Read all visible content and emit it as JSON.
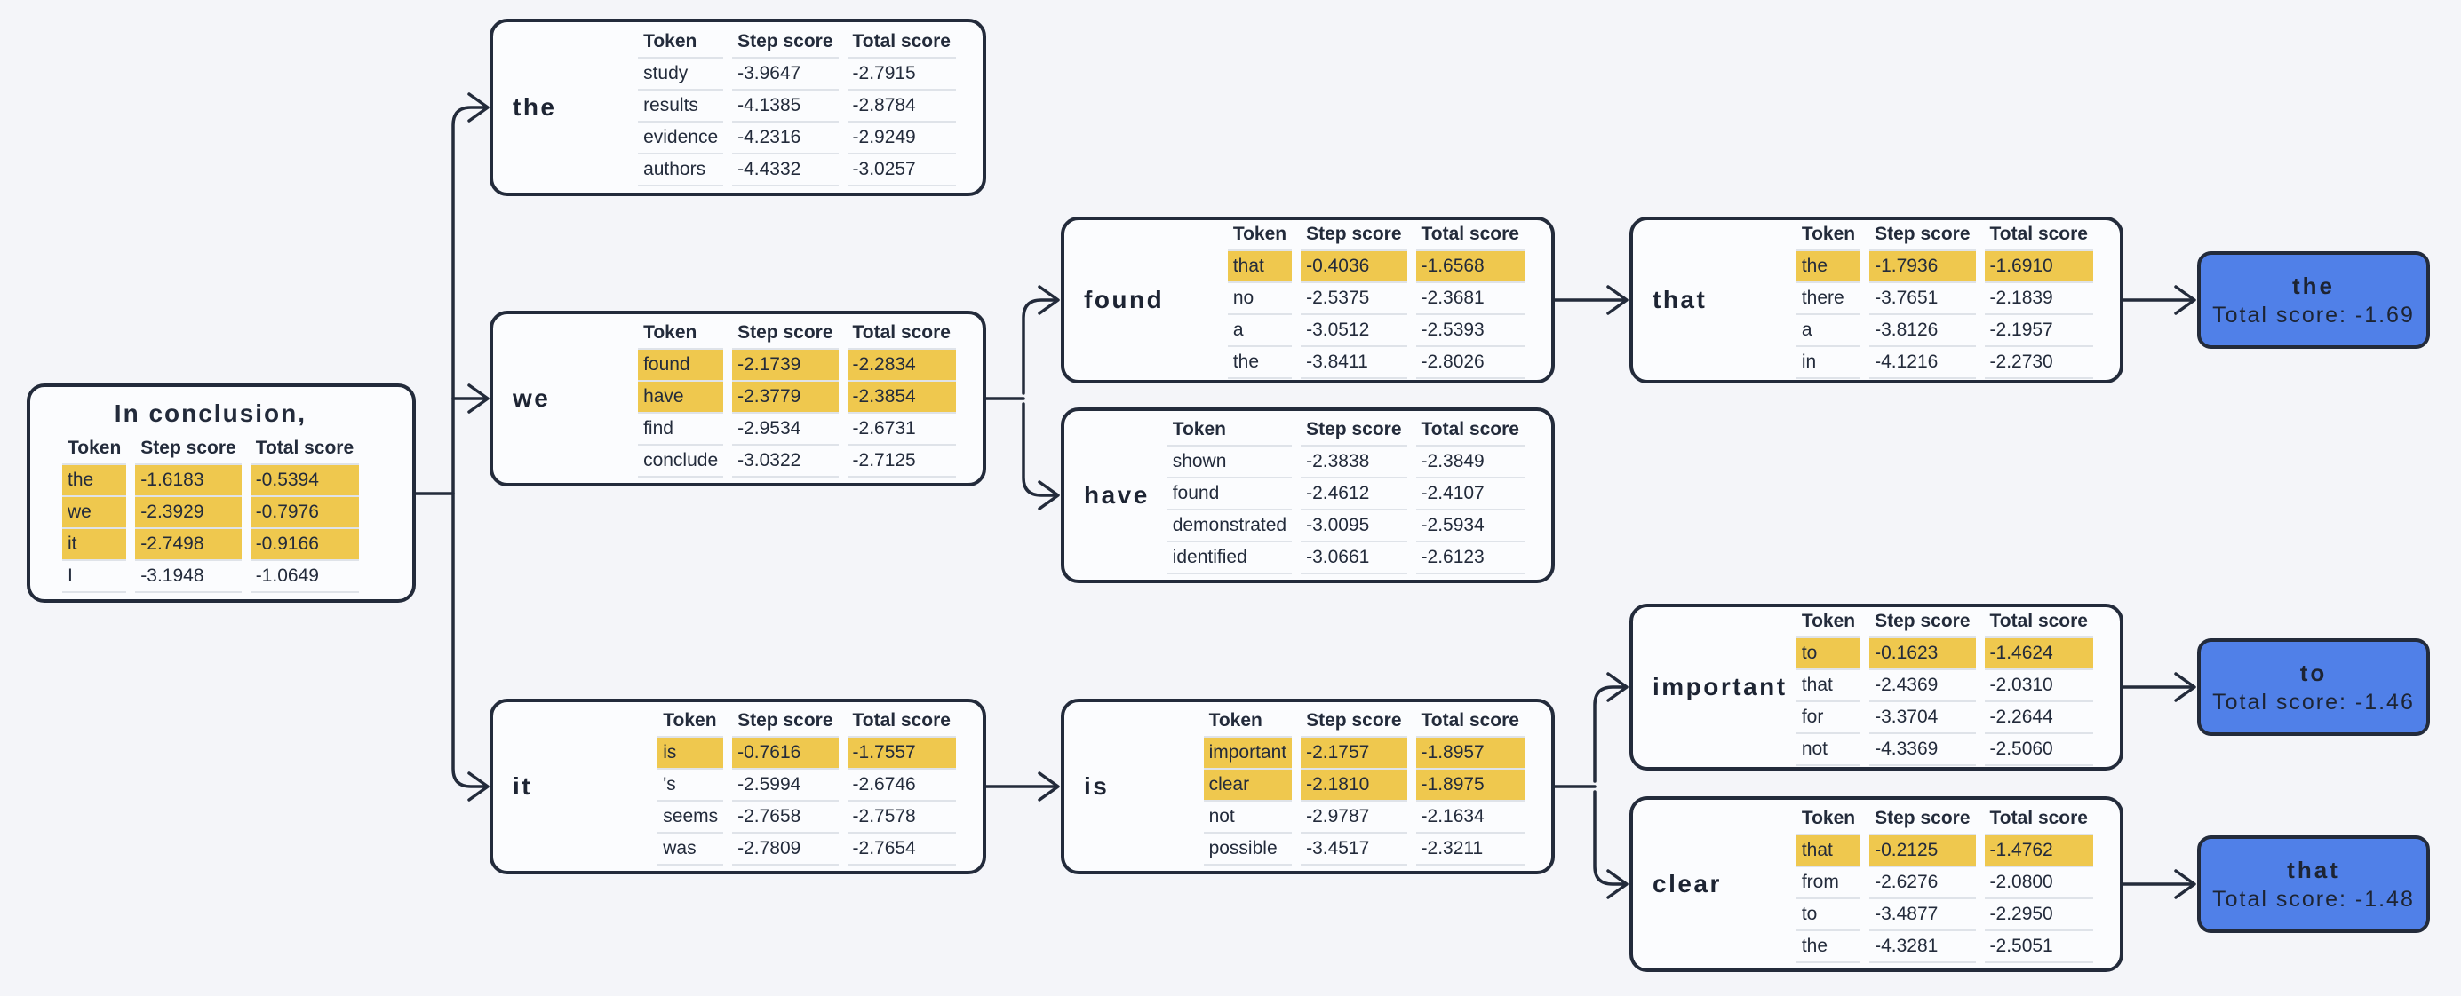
{
  "diagram": {
    "table_headers": [
      "Token",
      "Step score",
      "Total score"
    ],
    "colors": {
      "page_bg": "#f4f5f9",
      "node_bg": "#fbfcfe",
      "line": "#232b3b",
      "highlight": "#efc84e",
      "selected_node": "#5080e8"
    },
    "nodes": {
      "root": {
        "title": "In conclusion,",
        "rows": [
          {
            "token": "the",
            "step": "-1.6183",
            "total": "-0.5394",
            "highlight": true
          },
          {
            "token": "we",
            "step": "-2.3929",
            "total": "-0.7976",
            "highlight": true
          },
          {
            "token": "it",
            "step": "-2.7498",
            "total": "-0.9166",
            "highlight": true
          },
          {
            "token": "I",
            "step": "-3.1948",
            "total": "-1.0649",
            "highlight": false
          }
        ]
      },
      "the_top": {
        "label": "the",
        "rows": [
          {
            "token": "study",
            "step": "-3.9647",
            "total": "-2.7915",
            "highlight": false
          },
          {
            "token": "results",
            "step": "-4.1385",
            "total": "-2.8784",
            "highlight": false
          },
          {
            "token": "evidence",
            "step": "-4.2316",
            "total": "-2.9249",
            "highlight": false
          },
          {
            "token": "authors",
            "step": "-4.4332",
            "total": "-3.0257",
            "highlight": false
          }
        ]
      },
      "we": {
        "label": "we",
        "rows": [
          {
            "token": "found",
            "step": "-2.1739",
            "total": "-2.2834",
            "highlight": true
          },
          {
            "token": "have",
            "step": "-2.3779",
            "total": "-2.3854",
            "highlight": true
          },
          {
            "token": "find",
            "step": "-2.9534",
            "total": "-2.6731",
            "highlight": false
          },
          {
            "token": "conclude",
            "step": "-3.0322",
            "total": "-2.7125",
            "highlight": false
          }
        ]
      },
      "it": {
        "label": "it",
        "rows": [
          {
            "token": "is",
            "step": "-0.7616",
            "total": "-1.7557",
            "highlight": true
          },
          {
            "token": "'s",
            "step": "-2.5994",
            "total": "-2.6746",
            "highlight": false
          },
          {
            "token": "seems",
            "step": "-2.7658",
            "total": "-2.7578",
            "highlight": false
          },
          {
            "token": "was",
            "step": "-2.7809",
            "total": "-2.7654",
            "highlight": false
          }
        ]
      },
      "found": {
        "label": "found",
        "rows": [
          {
            "token": "that",
            "step": "-0.4036",
            "total": "-1.6568",
            "highlight": true
          },
          {
            "token": "no",
            "step": "-2.5375",
            "total": "-2.3681",
            "highlight": false
          },
          {
            "token": "a",
            "step": "-3.0512",
            "total": "-2.5393",
            "highlight": false
          },
          {
            "token": "the",
            "step": "-3.8411",
            "total": "-2.8026",
            "highlight": false
          }
        ]
      },
      "have": {
        "label": "have",
        "rows": [
          {
            "token": "shown",
            "step": "-2.3838",
            "total": "-2.3849",
            "highlight": false
          },
          {
            "token": "found",
            "step": "-2.4612",
            "total": "-2.4107",
            "highlight": false
          },
          {
            "token": "demonstrated",
            "step": "-3.0095",
            "total": "-2.5934",
            "highlight": false
          },
          {
            "token": "identified",
            "step": "-3.0661",
            "total": "-2.6123",
            "highlight": false
          }
        ]
      },
      "is": {
        "label": "is",
        "rows": [
          {
            "token": "important",
            "step": "-2.1757",
            "total": "-1.8957",
            "highlight": true
          },
          {
            "token": "clear",
            "step": "-2.1810",
            "total": "-1.8975",
            "highlight": true
          },
          {
            "token": "not",
            "step": "-2.9787",
            "total": "-2.1634",
            "highlight": false
          },
          {
            "token": "possible",
            "step": "-3.4517",
            "total": "-2.3211",
            "highlight": false
          }
        ]
      },
      "that": {
        "label": "that",
        "rows": [
          {
            "token": "the",
            "step": "-1.7936",
            "total": "-1.6910",
            "highlight": true
          },
          {
            "token": "there",
            "step": "-3.7651",
            "total": "-2.1839",
            "highlight": false
          },
          {
            "token": "a",
            "step": "-3.8126",
            "total": "-2.1957",
            "highlight": false
          },
          {
            "token": "in",
            "step": "-4.1216",
            "total": "-2.2730",
            "highlight": false
          }
        ]
      },
      "important": {
        "label": "important",
        "rows": [
          {
            "token": "to",
            "step": "-0.1623",
            "total": "-1.4624",
            "highlight": true
          },
          {
            "token": "that",
            "step": "-2.4369",
            "total": "-2.0310",
            "highlight": false
          },
          {
            "token": "for",
            "step": "-3.3704",
            "total": "-2.2644",
            "highlight": false
          },
          {
            "token": "not",
            "step": "-4.3369",
            "total": "-2.5060",
            "highlight": false
          }
        ]
      },
      "clear": {
        "label": "clear",
        "rows": [
          {
            "token": "that",
            "step": "-0.2125",
            "total": "-1.4762",
            "highlight": true
          },
          {
            "token": "from",
            "step": "-2.6276",
            "total": "-2.0800",
            "highlight": false
          },
          {
            "token": "to",
            "step": "-3.4877",
            "total": "-2.2950",
            "highlight": false
          },
          {
            "token": "the",
            "step": "-4.3281",
            "total": "-2.5051",
            "highlight": false
          }
        ]
      }
    },
    "finals": {
      "the": {
        "label": "the",
        "score": "Total score: -1.69"
      },
      "to": {
        "label": "to",
        "score": "Total score: -1.46"
      },
      "that": {
        "label": "that",
        "score": "Total score: -1.48"
      }
    }
  }
}
